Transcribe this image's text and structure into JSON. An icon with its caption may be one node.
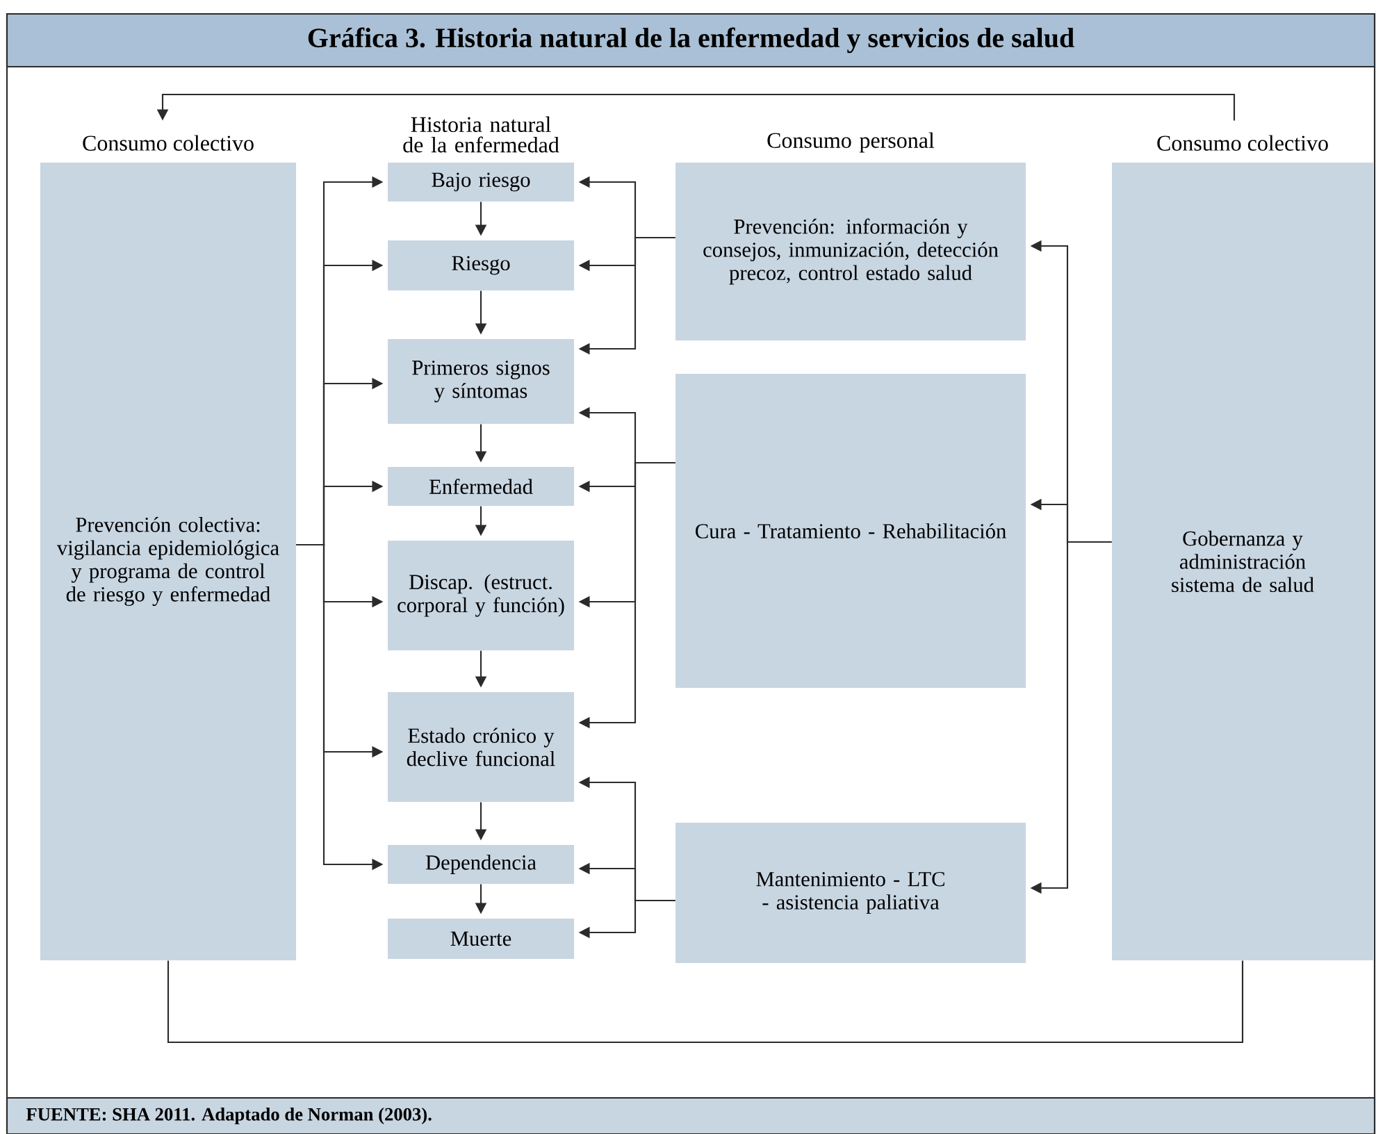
{
  "diagram": {
    "title": "Gráfica 3. Historia natural de la enfermedad y servicios de salud",
    "caption": "FUENTE: SHA 2011. Adaptado de Norman (2003).",
    "nodes": [
      {
        "text": [
          "Prevención colectiva: vigilancia epidemiológica y programa de control de riesgo y enfermedad"
        ],
        "beside": [
          "Consumo colectivo"
        ]
      },
      {
        "text": [
          "Bajo riesgo"
        ]
      },
      {
        "text": [
          "Riesgo"
        ]
      },
      {
        "text": [
          "Primeros signos y síntomas"
        ]
      },
      {
        "text": [
          "Enfermedad"
        ]
      },
      {
        "text": [
          "Discap. (estruct. corporal y función)"
        ]
      },
      {
        "text": [
          "Estado crónico y declive funcional"
        ]
      },
      {
        "text": [
          "Dependencia"
        ]
      },
      {
        "text": [
          "Muerte"
        ]
      },
      {
        "text": [
          "Prevención: información y consejos, inmunización, detección precoz, control estado salud"
        ]
      },
      {
        "text": [
          "Cura - Tratamiento - Rehabilitación"
        ]
      },
      {
        "text": [
          "Mantenimiento - LTC - asistencia paliativa"
        ]
      },
      {
        "text": [
          "Gobernanza y administración sistema de salud"
        ],
        "beside": [
          "Consumo colectivo"
        ]
      }
    ],
    "edges": [
      {
        "from": 0,
        "to": 1,
        "arrow": "to"
      },
      {
        "from": 0,
        "to": 2,
        "arrow": "to"
      },
      {
        "from": 0,
        "to": 3,
        "arrow": "to"
      },
      {
        "from": 0,
        "to": 4,
        "arrow": "to"
      },
      {
        "from": 0,
        "to": 5,
        "arrow": "to"
      },
      {
        "from": 0,
        "to": 6,
        "arrow": "to"
      },
      {
        "from": 0,
        "to": 7,
        "arrow": "to"
      },
      {
        "from": 1,
        "to": 2,
        "arrow": "to"
      },
      {
        "from": 2,
        "to": 3,
        "arrow": "to"
      },
      {
        "from": 3,
        "to": 4,
        "arrow": "to"
      },
      {
        "from": 4,
        "to": 5,
        "arrow": "to"
      },
      {
        "from": 5,
        "to": 6,
        "arrow": "to"
      },
      {
        "from": 6,
        "to": 7,
        "arrow": "to"
      },
      {
        "from": 7,
        "to": 8,
        "arrow": "to"
      },
      {
        "from": 9,
        "to": 1,
        "arrow": "to"
      },
      {
        "from": 9,
        "to": 2,
        "arrow": "to"
      },
      {
        "from": 9,
        "to": 3,
        "arrow": "to"
      },
      {
        "from": 10,
        "to": 3,
        "arrow": "to"
      },
      {
        "from": 10,
        "to": 4,
        "arrow": "to"
      },
      {
        "from": 10,
        "to": 5,
        "arrow": "to"
      },
      {
        "from": 10,
        "to": 6,
        "arrow": "to"
      },
      {
        "from": 11,
        "to": 6,
        "arrow": "to"
      },
      {
        "from": 11,
        "to": 7,
        "arrow": "to"
      },
      {
        "from": 11,
        "to": 8,
        "arrow": "to"
      },
      {
        "from": 12,
        "to": 9,
        "arrow": "to"
      },
      {
        "from": 12,
        "to": 10,
        "arrow": "to"
      },
      {
        "from": 12,
        "to": 11,
        "arrow": "to"
      },
      {
        "from": 12,
        "to": 0,
        "arrow": "to"
      },
      {
        "from": 0,
        "to": 12,
        "arrow": "none"
      }
    ],
    "labels": [
      "Historia natural de la enfermedad",
      "Consumo personal"
    ]
  }
}
